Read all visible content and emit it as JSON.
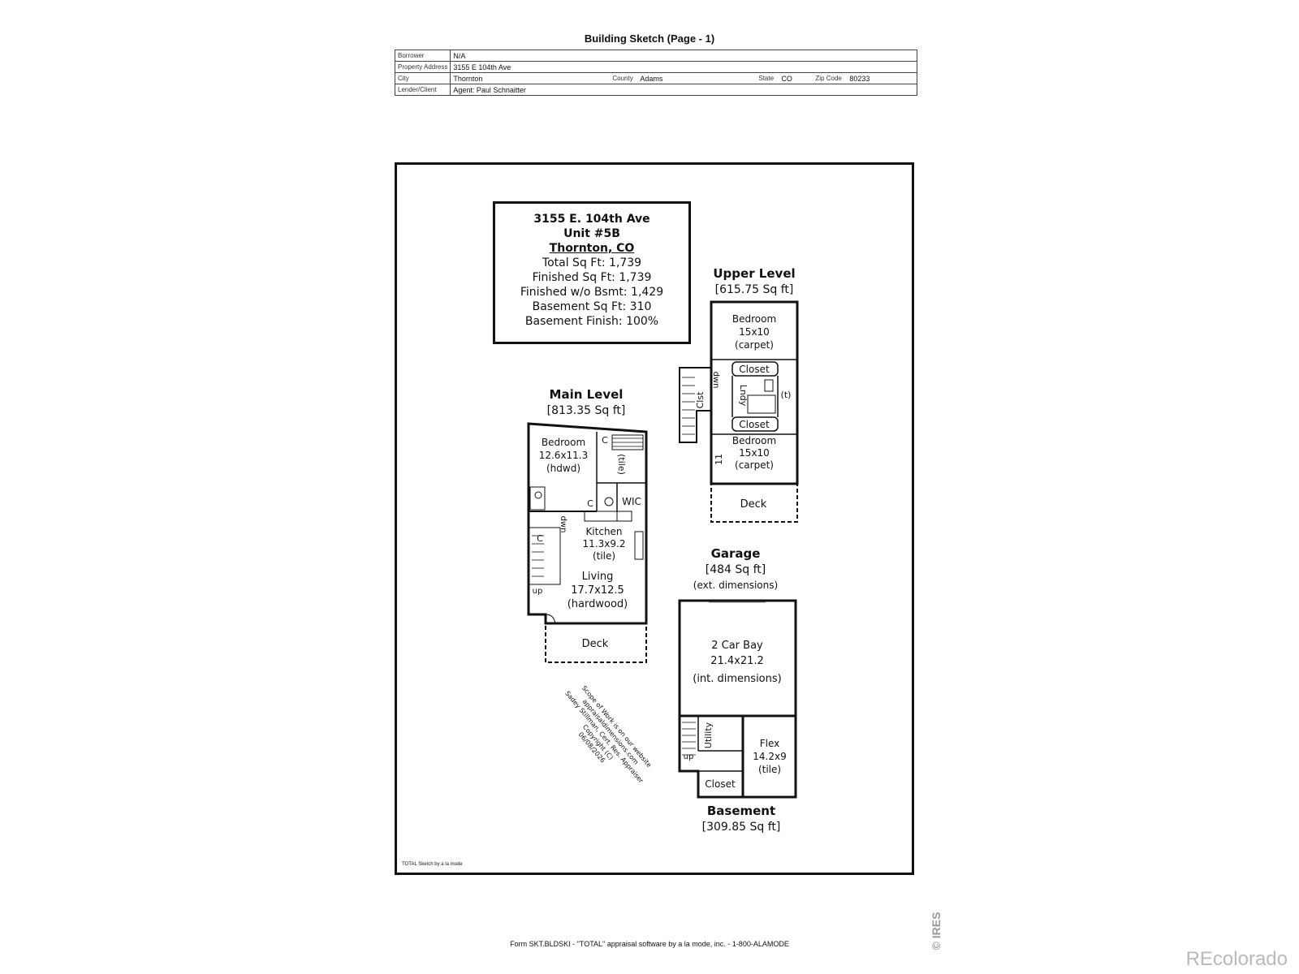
{
  "header": {
    "title": "Building Sketch (Page - 1)",
    "borrower_label": "Borrower",
    "borrower": "N/A",
    "address_label": "Property Address",
    "address": "3155 E 104th Ave",
    "city_label": "City",
    "city": "Thornton",
    "county_label": "County",
    "county": "Adams",
    "state_label": "State",
    "state": "CO",
    "zip_label": "Zip Code",
    "zip": "80233",
    "lender_label": "Lender/Client",
    "lender": "Agent: Paul Schnaitter"
  },
  "info_box": {
    "line1": "3155 E. 104th Ave",
    "line2": "Unit #5B",
    "line3": "Thornton, CO",
    "total": "Total Sq Ft: 1,739",
    "finished": "Finished Sq Ft: 1,739",
    "finished_wo_bsmt": "Finished w/o Bsmt: 1,429",
    "basement": "Basement Sq Ft: 310",
    "basement_finish": "Basement Finish: 100%"
  },
  "main_level": {
    "title": "Main Level",
    "area": "[813.35 Sq ft]",
    "bedroom": "Bedroom",
    "bedroom_dim": "12.6x11.3",
    "bedroom_floor": "(hdwd)",
    "tile": "(tile)",
    "c1": "C",
    "c2": "C",
    "c3": "C",
    "wic": "WIC",
    "dwn": "dwn",
    "kitchen": "Kitchen",
    "kitchen_dim": "11.3x9.2",
    "kitchen_floor": "(tile)",
    "living": "Living",
    "living_dim": "17.7x12.5",
    "living_floor": "(hardwood)",
    "up": "up",
    "deck": "Deck"
  },
  "upper_level": {
    "title": "Upper Level",
    "area": "[615.75 Sq ft]",
    "bedroom1": "Bedroom",
    "bedroom1_dim": "15x10",
    "bedroom1_floor": "(carpet)",
    "closet1": "Closet",
    "dwn": "dwn",
    "cl": "Clst",
    "lndy": "Lndy",
    "t": "(t)",
    "closet2": "Closet",
    "bedroom2": "Bedroom",
    "bedroom2_dim": "15x10",
    "bedroom2_floor": "(carpet)",
    "eleven": "11",
    "deck": "Deck"
  },
  "garage": {
    "title": "Garage",
    "area": "[484 Sq ft]",
    "ext": "(ext. dimensions)",
    "bay": "2 Car Bay",
    "bay_dim": "21.4x21.2",
    "int": "(int. dimensions)"
  },
  "basement": {
    "utility": "Utility",
    "up": "up",
    "flex": "Flex",
    "flex_dim": "14.2x9",
    "flex_floor": "(tile)",
    "closet": "Closet",
    "title": "Basement",
    "area": "[309.85 Sq ft]"
  },
  "scope_note": {
    "l1": "Scope of Work is on our website",
    "l2": "appraisaldimensions.com",
    "l3": "Sadey Stillman, Cert. Res. Appraiser",
    "l4": "Copyright (C)",
    "l5": "06/08/2026"
  },
  "sketch_credit": "TOTAL Sketch by a la mode",
  "footer": "Form SKT.BLDSKI - \"TOTAL\" appraisal software by a la mode, inc. - 1-800-ALAMODE",
  "ires": "© IRES",
  "watermark": "REcolorado"
}
